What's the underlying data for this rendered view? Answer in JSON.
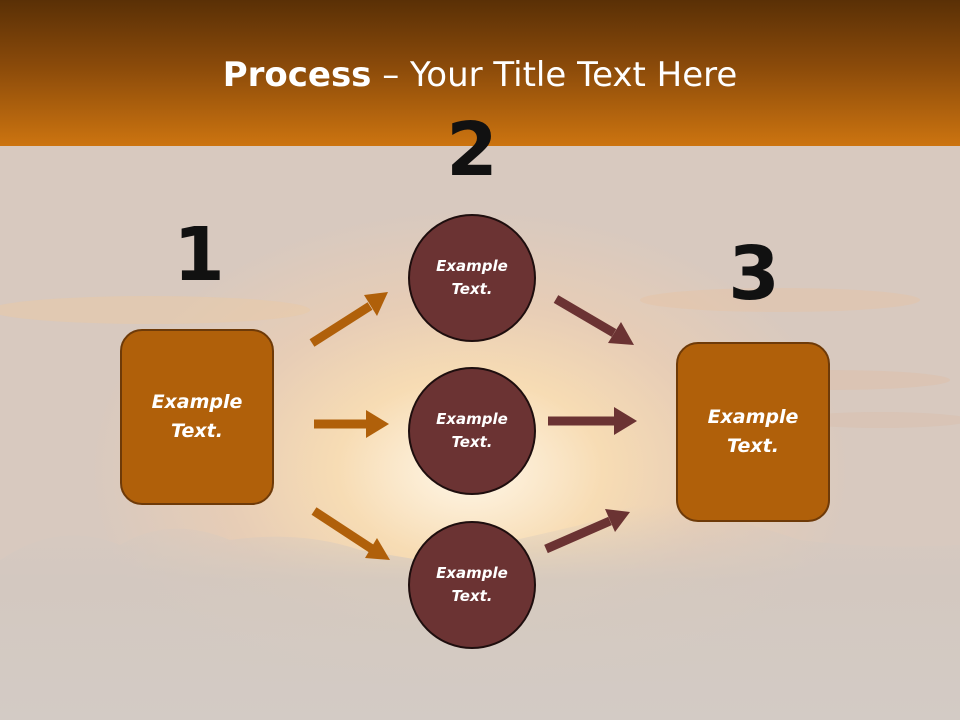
{
  "title": {
    "bold": "Process",
    "rest": " – Your Title Text Here"
  },
  "steps": {
    "one": {
      "number": "1",
      "text": "Example Text."
    },
    "two": {
      "number": "2",
      "circles": [
        "Example Text.",
        "Example Text.",
        "Example Text."
      ]
    },
    "three": {
      "number": "3",
      "text": "Example Text."
    }
  },
  "colors": {
    "header_dark": "#5a3006",
    "header_light": "#cc7410",
    "box_fill": "#b0600a",
    "circle_fill": "#6b3333",
    "arrow_orange": "#b0600a",
    "arrow_maroon": "#6b3333"
  }
}
